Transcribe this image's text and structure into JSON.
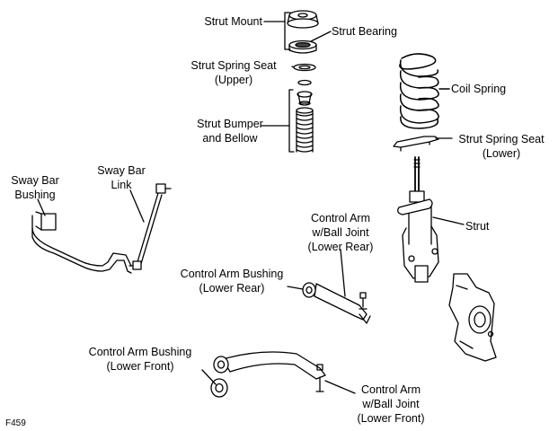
{
  "labels": {
    "strut_mount": "Strut Mount",
    "strut_bearing": "Strut Bearing",
    "strut_spring_seat_upper": "Strut Spring Seat\n(Upper)",
    "coil_spring": "Coil Spring",
    "strut_bumper": "Strut Bumper\nand Bellow",
    "strut_spring_seat_lower": "Strut Spring Seat\n(Lower)",
    "sway_bar_bushing": "Sway Bar\nBushing",
    "sway_bar_link": "Sway Bar\nLink",
    "control_arm_rear": "Control Arm\nw/Ball Joint\n(Lower Rear)",
    "strut": "Strut",
    "control_arm_bushing_rear": "Control Arm Bushing\n(Lower Rear)",
    "control_arm_bushing_front": "Control Arm Bushing\n(Lower Front)",
    "control_arm_front": "Control Arm\nw/Ball Joint\n(Lower Front)"
  },
  "figure_code": "F459"
}
